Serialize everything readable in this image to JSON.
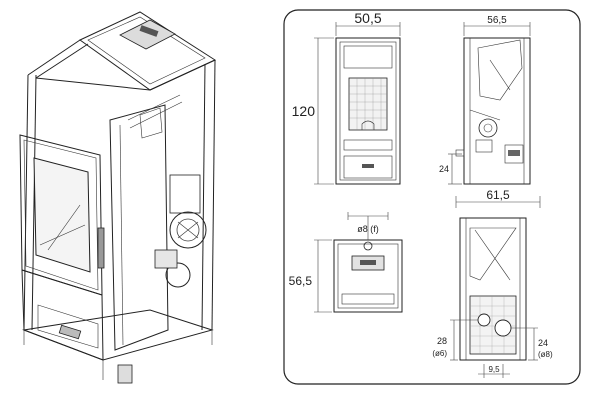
{
  "dimensions": {
    "front_width": "50,5",
    "side_depth": "56,5",
    "height": "120",
    "side_offset": "24",
    "top_depth": "61,5",
    "top_pipe": "ø8 (f)",
    "top_side_depth": "56,5",
    "rear_left": "28",
    "rear_left_sub": "(ø6)",
    "rear_right": "24",
    "rear_right_sub": "(ø8)",
    "rear_bottom": "9,5"
  },
  "colors": {
    "line": "#222222",
    "frame": "#333333",
    "glass": "#f4f4f4"
  }
}
